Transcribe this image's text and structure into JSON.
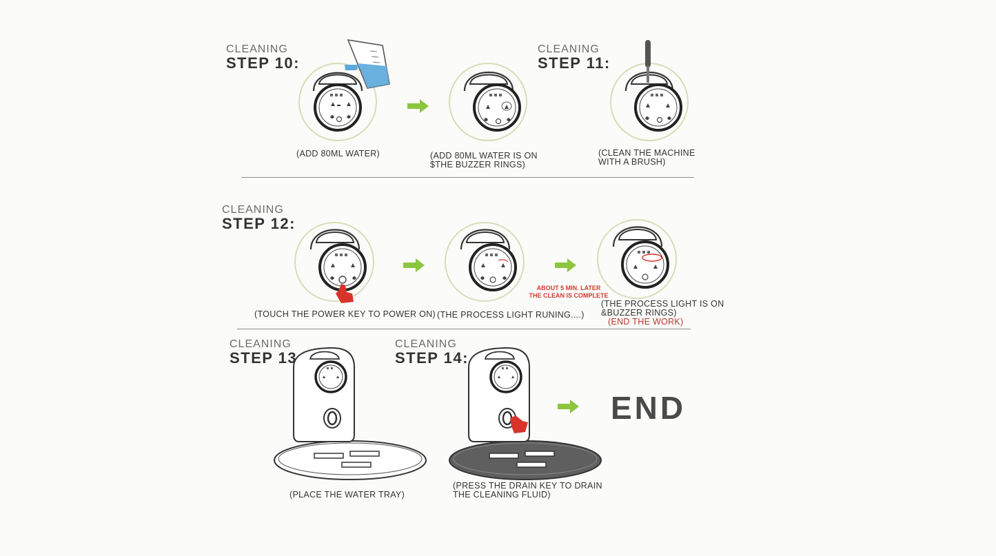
{
  "steps": {
    "s10": {
      "kicker": "CLEANING",
      "title": "STEP 10:"
    },
    "s11": {
      "kicker": "CLEANING",
      "title": "STEP 11:"
    },
    "s12": {
      "kicker": "CLEANING",
      "title": "STEP 12:"
    },
    "s13": {
      "kicker": "CLEANING",
      "title": "STEP 13:"
    },
    "s14": {
      "kicker": "CLEANING",
      "title": "STEP 14:"
    }
  },
  "captions": {
    "c10a": "(ADD 80ML WATER)",
    "c10b_1": "(ADD 80ML WATER  IS ON",
    "c10b_2": "$THE BUZZER  RINGS)",
    "c11_1": "(CLEAN  THE  MACHINE",
    "c11_2": "WITH  A  BRUSH)",
    "c12a": "(TOUCH THE POWER KEY TO POWER ON)",
    "c12b": "(THE PROCESS  LIGHT RUNING....)",
    "c12c_1": "(THE PROCESS  LIGHT IS ON",
    "c12c_2": "&BUZZER RINGS)",
    "c12c_3": "(END THE WORK)",
    "c13": "(PLACE THE WATER TRAY)",
    "c14_1": "(PRESS THE DRAIN KEY TO DRAIN",
    "c14_2": "THE CLEANING FLUID)"
  },
  "note": {
    "line1": "ABOUT 5 MIN. LATER",
    "line2": "THE CLEAN IS COMPLETE"
  },
  "end_label": "END",
  "colors": {
    "arrow": "#8cc63f",
    "water": "#5aa8dc",
    "hand": "#d8332a",
    "highlight": "#d8332a",
    "ring": "#d9dcb8",
    "tray_dark": "#5f5f5f"
  }
}
